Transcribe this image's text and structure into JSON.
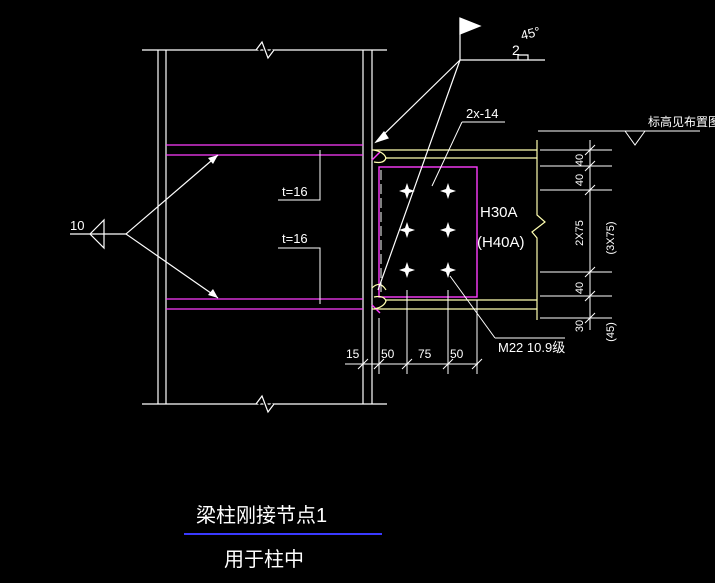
{
  "colors": {
    "background": "#000000",
    "line_white": "#ffffff",
    "line_yellow": "#ffffb0",
    "line_magenta": "#ff3cff",
    "title_underline": "#3a3aff"
  },
  "labels": {
    "weld_top": "2",
    "angle": "45°",
    "plate": "2x-14",
    "elevation_note": "标高见布置图",
    "flange_top": "t=16",
    "flange_bottom": "t=16",
    "weld_left": "10",
    "beam_section": "H30A",
    "beam_section_alt": "(H40A)",
    "bolt_spec": "M22  10.9级"
  },
  "vertical_dims": {
    "d1": "40",
    "d2": "40",
    "d3": "2X75",
    "d3_alt": "(3X75)",
    "d4": "40",
    "d5": "30",
    "d5_alt": "(45)"
  },
  "horizontal_dims": {
    "h1": "15",
    "h2": "50",
    "h3": "75",
    "h4": "50"
  },
  "title": {
    "main": "梁柱刚接节点1",
    "sub": "用于柱中"
  }
}
